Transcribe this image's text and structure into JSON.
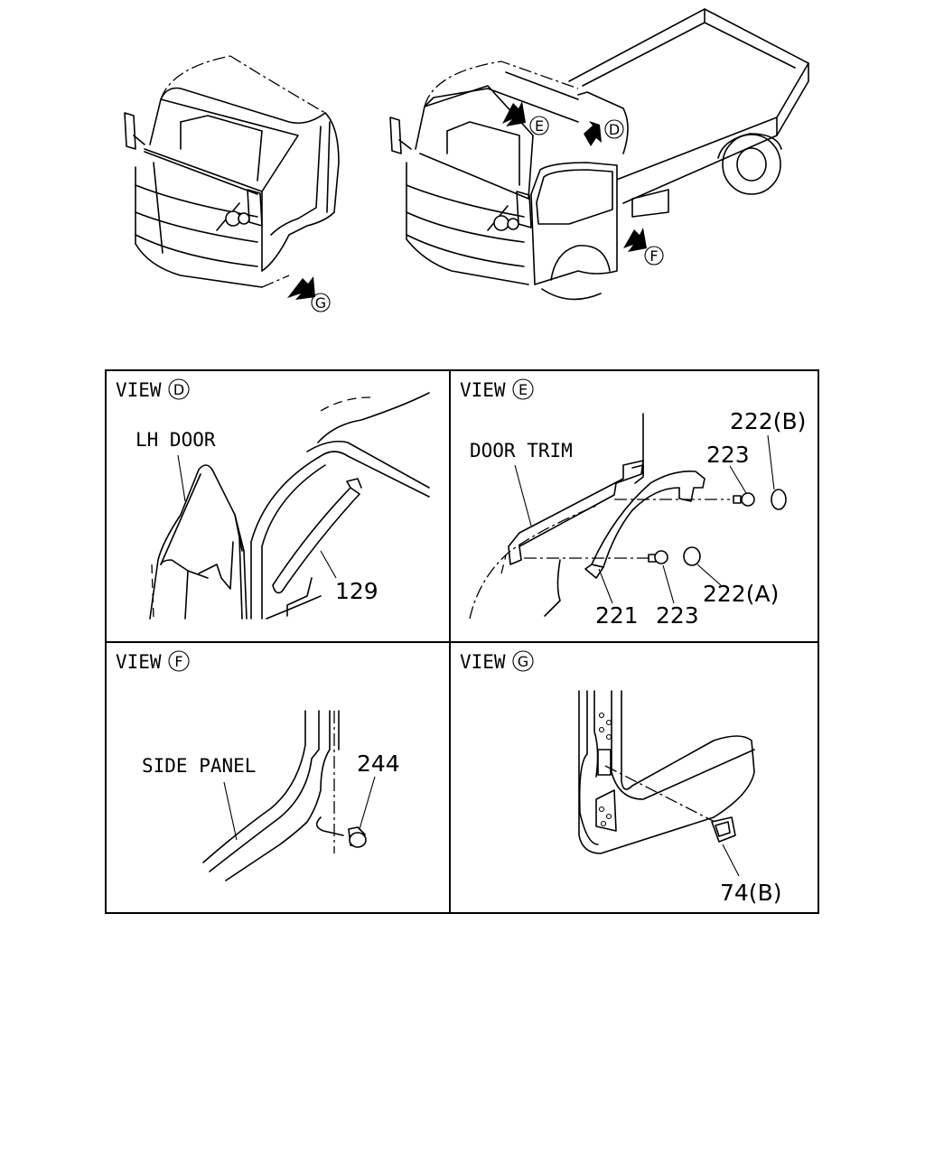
{
  "overview": {
    "arrow_d": "D",
    "arrow_e": "E",
    "arrow_f": "F",
    "arrow_g": "G"
  },
  "panels": {
    "view_d": {
      "view_word": "VIEW",
      "view_letter": "D",
      "labels": {
        "lh_door": "LH DOOR"
      },
      "callouts": {
        "p129": "129"
      }
    },
    "view_e": {
      "view_word": "VIEW",
      "view_letter": "E",
      "labels": {
        "door_trim": "DOOR TRIM"
      },
      "callouts": {
        "p222b": "222(B)",
        "p223_top": "223",
        "p221": "221",
        "p223_bottom": "223",
        "p222a": "222(A)"
      }
    },
    "view_f": {
      "view_word": "VIEW",
      "view_letter": "F",
      "labels": {
        "side_panel": "SIDE PANEL"
      },
      "callouts": {
        "p244": "244"
      }
    },
    "view_g": {
      "view_word": "VIEW",
      "view_letter": "G",
      "callouts": {
        "p74b": "74(B)"
      }
    }
  }
}
